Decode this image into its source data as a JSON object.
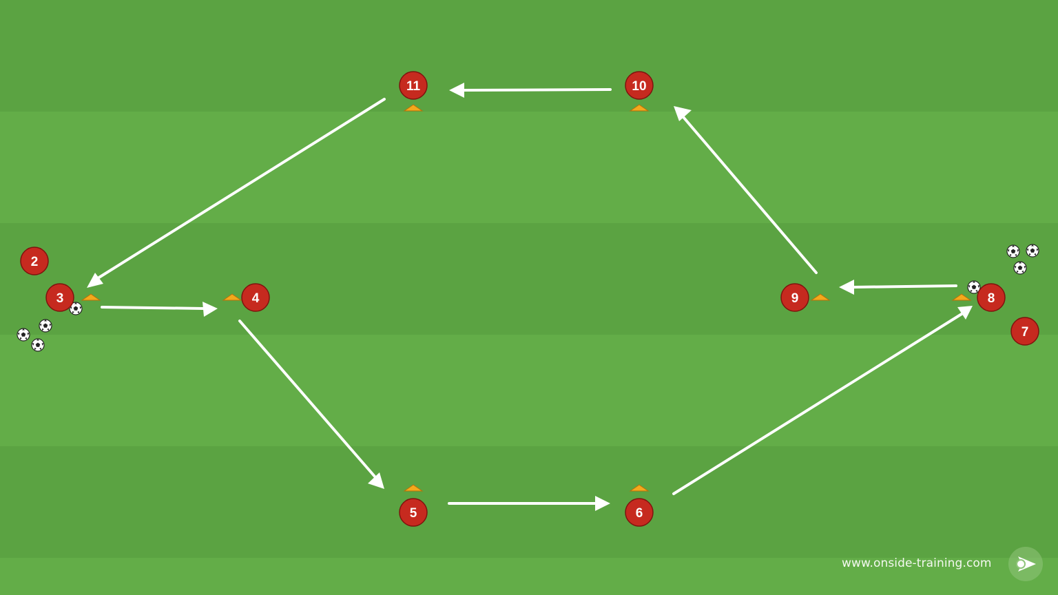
{
  "pitch": {
    "colors": {
      "light_stripe": "#63ad48",
      "dark_stripe": "#5ba241",
      "arrow": "#ffffff",
      "player": "#c62a1f",
      "player_border": "#8a1510",
      "cone": "#f3a91c"
    }
  },
  "players": [
    {
      "id": "p2",
      "label": "2"
    },
    {
      "id": "p3",
      "label": "3"
    },
    {
      "id": "p4",
      "label": "4"
    },
    {
      "id": "p5",
      "label": "5"
    },
    {
      "id": "p6",
      "label": "6"
    },
    {
      "id": "p7",
      "label": "7"
    },
    {
      "id": "p8",
      "label": "8"
    },
    {
      "id": "p9",
      "label": "9"
    },
    {
      "id": "p10",
      "label": "10"
    },
    {
      "id": "p11",
      "label": "11"
    }
  ],
  "cones_icon": "cone-icon",
  "ball_icon": "football-icon",
  "footer": {
    "url": "www.onside-training.com",
    "logo_icon": "onside-logo-icon"
  }
}
